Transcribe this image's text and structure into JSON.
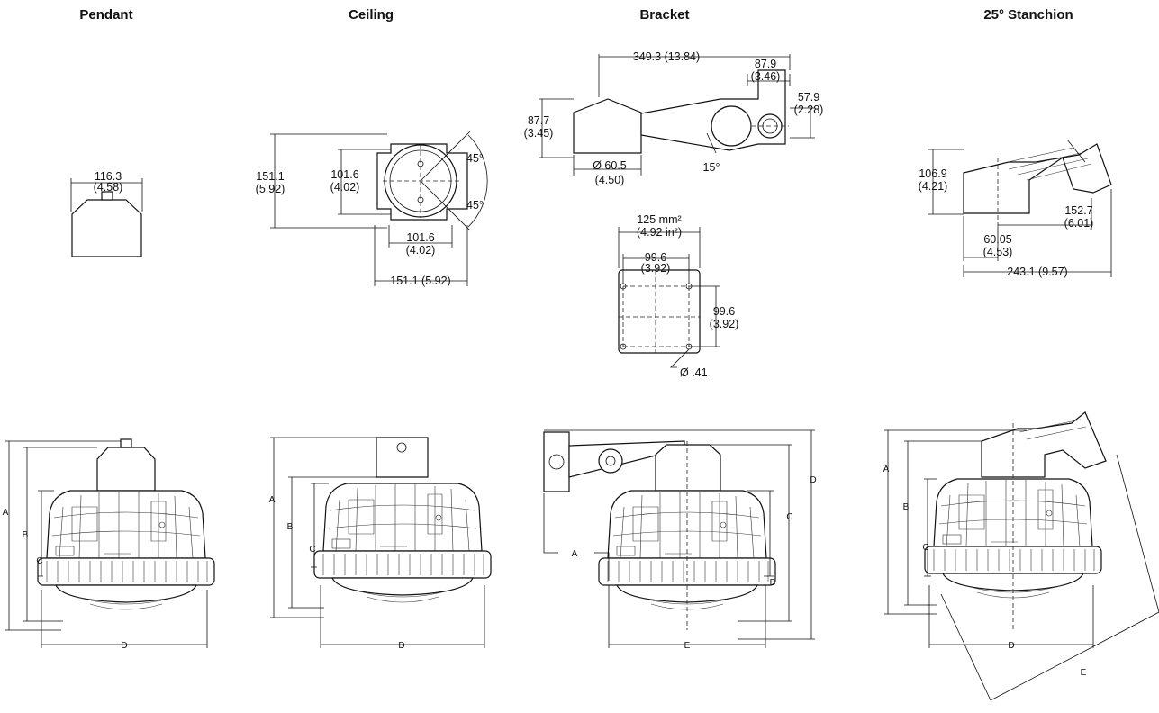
{
  "headings": [
    "Pendant",
    "Ceiling",
    "Bracket",
    "25° Stanchion"
  ],
  "pendant": {
    "w_mm": "116.3",
    "w_in": "(4.58)"
  },
  "ceiling": {
    "h_mm": "151.1",
    "h_in": "(5.92)",
    "inner_mm": "101.6",
    "inner_in": "(4.02)",
    "bot_mm": "101.6",
    "bot_in": "(4.02)",
    "overall": "151.1 (5.92)",
    "angle1": "45°",
    "angle2": "45°"
  },
  "bracket": {
    "length": "349.3 (13.84)",
    "w_mm": "87.9",
    "w_in": "(3.46)",
    "r_mm": "57.9",
    "r_in": "(2.28)",
    "h_mm": "87.7",
    "h_in": "(3.45)",
    "dia": "Ø 60.5",
    "dia_in": "(4.50)",
    "angle": "15°"
  },
  "plate": {
    "area_mm": "125 mm²",
    "area_in": "(4.92 in²)",
    "hs_mm": "99.6",
    "hs_in": "(3.92)",
    "vs_mm": "99.6",
    "vs_in": "(3.92)",
    "hole": "Ø .41"
  },
  "stanchion": {
    "h_mm": "106.9",
    "h_in": "(4.21)",
    "arm_mm": "152.7",
    "arm_in": "(6.01)",
    "off_mm": "60.05",
    "off_in": "(4.53)",
    "overall": "243.1 (9.57)"
  },
  "labels": {
    "pendant": [
      "A",
      "B",
      "C",
      "D"
    ],
    "ceiling": [
      "A",
      "B",
      "C",
      "D"
    ],
    "bracket": [
      "A",
      "B",
      "C",
      "D",
      "E"
    ],
    "stanchion": [
      "A",
      "B",
      "C",
      "D",
      "E"
    ]
  }
}
